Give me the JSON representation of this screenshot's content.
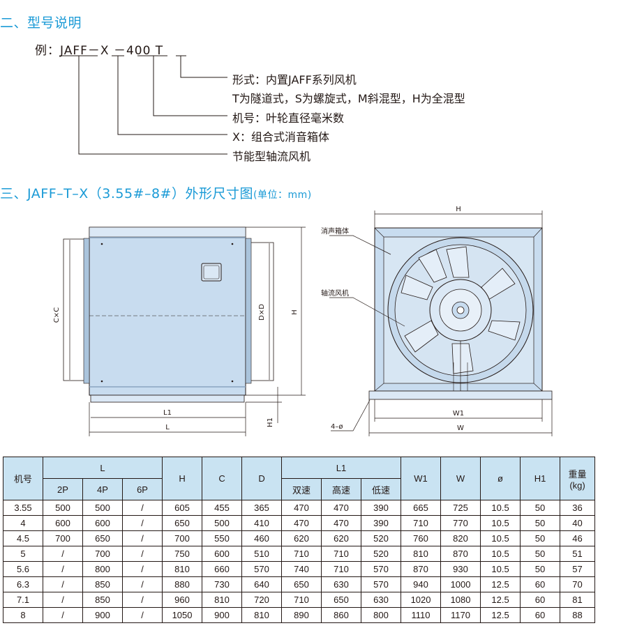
{
  "section2": {
    "title": "二、型号说明"
  },
  "model": {
    "prefix": "例：",
    "code": "JAFF－X －400  T",
    "desc": [
      "形式：内置JAFF系列风机",
      "T为隧道式，S为螺旋式，M斜混型，H为全混型",
      "机号：叶轮直径毫米数",
      "X：组合式消音箱体",
      "节能型轴流风机"
    ]
  },
  "section3": {
    "title": "三、JAFF–T–X（3.55#–8#）外形尺寸图",
    "unit": "(单位：mm)"
  },
  "drawing": {
    "left": {
      "cxc": "C×C",
      "dxd": "D×D",
      "h": "H",
      "l1": "L1",
      "l": "L",
      "h1": "H1"
    },
    "right": {
      "h": "H",
      "silencer": "消声箱体",
      "fan": "轴流风机",
      "hole": "4–ø",
      "w1": "W1",
      "w": "W"
    }
  },
  "table": {
    "headers": {
      "model": "机号",
      "L": "L",
      "p2": "2P",
      "p4": "4P",
      "p6": "6P",
      "H": "H",
      "C": "C",
      "D": "D",
      "L1": "L1",
      "dual": "双速",
      "high": "高速",
      "low": "低速",
      "W1": "W1",
      "W": "W",
      "phi": "ø",
      "H1": "H1",
      "weight": "重量",
      "weight_unit": "(kg)"
    },
    "rows": [
      [
        "3.55",
        "500",
        "500",
        "/",
        "605",
        "455",
        "365",
        "470",
        "470",
        "390",
        "665",
        "725",
        "10.5",
        "50",
        "36"
      ],
      [
        "4",
        "600",
        "600",
        "/",
        "650",
        "500",
        "410",
        "470",
        "470",
        "390",
        "710",
        "770",
        "10.5",
        "50",
        "40"
      ],
      [
        "4.5",
        "700",
        "650",
        "/",
        "700",
        "550",
        "460",
        "620",
        "620",
        "520",
        "760",
        "820",
        "10.5",
        "50",
        "46"
      ],
      [
        "5",
        "/",
        "700",
        "/",
        "750",
        "600",
        "510",
        "710",
        "710",
        "520",
        "810",
        "870",
        "10.5",
        "50",
        "51"
      ],
      [
        "5.6",
        "/",
        "800",
        "/",
        "810",
        "660",
        "570",
        "740",
        "710",
        "570",
        "870",
        "930",
        "10.5",
        "50",
        "57"
      ],
      [
        "6.3",
        "/",
        "850",
        "/",
        "880",
        "730",
        "640",
        "650",
        "630",
        "570",
        "940",
        "1000",
        "12.5",
        "60",
        "70"
      ],
      [
        "7.1",
        "/",
        "850",
        "/",
        "960",
        "810",
        "720",
        "710",
        "650",
        "630",
        "1020",
        "1080",
        "12.5",
        "60",
        "81"
      ],
      [
        "8",
        "/",
        "900",
        "/",
        "1050",
        "900",
        "810",
        "890",
        "860",
        "800",
        "1110",
        "1170",
        "12.5",
        "60",
        "88"
      ]
    ]
  },
  "colors": {
    "accent": "#1a9ad6",
    "header_bg": "#c9e3f2",
    "steel": "#c8dcef"
  }
}
